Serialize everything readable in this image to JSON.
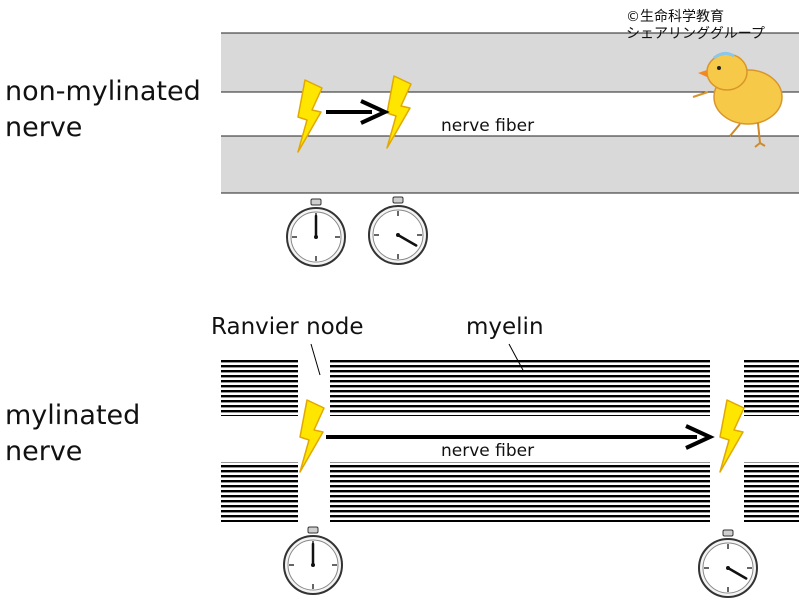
{
  "copyright": {
    "line1": "©生命科学教育",
    "line2": "シェアリンググループ"
  },
  "non_myelinated": {
    "label_line1": "non-mylinated",
    "label_line2": "nerve",
    "fiber_label": "nerve fiber"
  },
  "myelinated": {
    "label_line1": "mylinated",
    "label_line2": "nerve",
    "fiber_label": "nerve fiber",
    "node_label": "Ranvier node",
    "myelin_label": "myelin"
  },
  "colors": {
    "membrane": "#d9d9d9",
    "lightning": "#ffe600",
    "lightning_edge": "#e0a800",
    "arrow": "#000000",
    "myelin_stripe": "#000000",
    "chick": "#f7c948"
  },
  "icons": {
    "signal": "lightning-bolt-icon",
    "timer": "stopwatch-icon",
    "mascot": "chick-illustration"
  },
  "stopwatches": {
    "non_myelinated_start_hand_deg": 0,
    "non_myelinated_end_hand_deg": 120,
    "myelinated_start_hand_deg": 0,
    "myelinated_end_hand_deg": 120
  }
}
